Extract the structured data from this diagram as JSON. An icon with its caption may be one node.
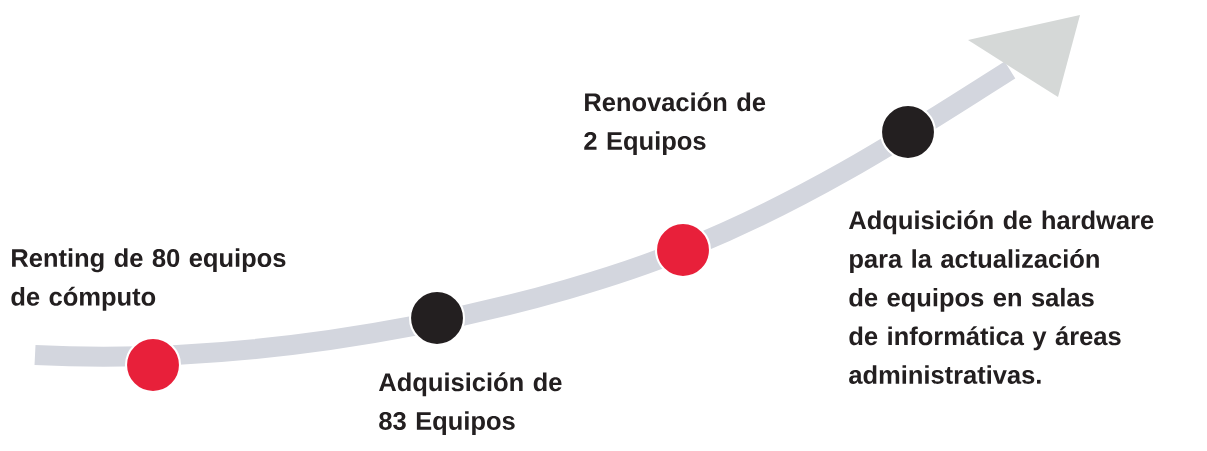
{
  "diagram": {
    "nodes": [
      {
        "text": [],
        "shape": "circle",
        "beside": [
          "Renting de 80 equipos de cómputo"
        ]
      },
      {
        "text": [],
        "shape": "circle",
        "beside": [
          "Adquisición de 83 Equipos"
        ]
      },
      {
        "text": [],
        "shape": "circle",
        "beside": [
          "Renovación de 2 Equipos"
        ]
      },
      {
        "text": [],
        "shape": "circle",
        "beside": [
          "Adquisición de hardware para la actualización de equipos en salas de informática y áreas administrativas."
        ]
      }
    ]
  }
}
